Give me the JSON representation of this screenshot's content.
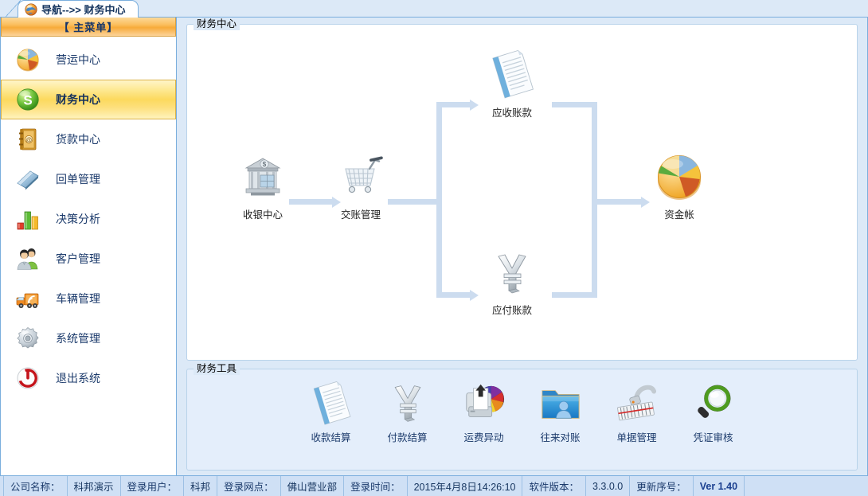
{
  "tab": {
    "label": "导航-->> 财务中心",
    "icon": "globe-icon"
  },
  "sidebar": {
    "header": "【 主菜单】",
    "items": [
      {
        "label": "营运中心",
        "icon": "pie-chart-icon",
        "selected": false
      },
      {
        "label": "财务中心",
        "icon": "green-s-icon",
        "selected": true
      },
      {
        "label": "货款中心",
        "icon": "address-book-icon",
        "selected": false
      },
      {
        "label": "回单管理",
        "icon": "blue-book-icon",
        "selected": false
      },
      {
        "label": "决策分析",
        "icon": "bar-chart-icon",
        "selected": false
      },
      {
        "label": "客户管理",
        "icon": "users-icon",
        "selected": false
      },
      {
        "label": "车辆管理",
        "icon": "truck-rss-icon",
        "selected": false
      },
      {
        "label": "系统管理",
        "icon": "gear-icon",
        "selected": false
      },
      {
        "label": "退出系统",
        "icon": "power-icon",
        "selected": false
      }
    ]
  },
  "flow_group": {
    "title": "财务中心",
    "nodes": [
      {
        "id": "cashier",
        "label": "收银中心",
        "icon": "bank-icon"
      },
      {
        "id": "handover",
        "label": "交账管理",
        "icon": "shopping-cart-icon"
      },
      {
        "id": "receivable",
        "label": "应收账款",
        "icon": "document-icon"
      },
      {
        "id": "payable",
        "label": "应付账款",
        "icon": "yen-icon"
      },
      {
        "id": "fundbook",
        "label": "资金帐",
        "icon": "pie-chart-icon"
      }
    ]
  },
  "tools_group": {
    "title": "财务工具",
    "tools": [
      {
        "label": "收款结算",
        "icon": "document-icon"
      },
      {
        "label": "付款结算",
        "icon": "yen-icon"
      },
      {
        "label": "运费异动",
        "icon": "printer-color-icon"
      },
      {
        "label": "往来对账",
        "icon": "folder-user-icon"
      },
      {
        "label": "单据管理",
        "icon": "scanner-icon"
      },
      {
        "label": "凭证审核",
        "icon": "magnifier-icon"
      }
    ]
  },
  "statusbar": {
    "fields": [
      {
        "label": "公司名称：",
        "value": "科邦演示"
      },
      {
        "label": "登录用户：",
        "value": "科邦"
      },
      {
        "label": "登录网点：",
        "value": "佛山营业部"
      },
      {
        "label": "登录时间：",
        "value": "2015年4月8日14:26:10"
      },
      {
        "label": "软件版本：",
        "value": "3.3.0.0"
      },
      {
        "label": "更新序号：",
        "value": "Ver 1.40"
      }
    ]
  },
  "colors": {
    "window_bg": "#dce9f7",
    "accent_blue": "#7aaedd",
    "selection_gold": "#fcd95e",
    "menu_header_orange": "#f7ab3a",
    "connector": "#ccdcef",
    "text_blue": "#1b3a6b"
  }
}
